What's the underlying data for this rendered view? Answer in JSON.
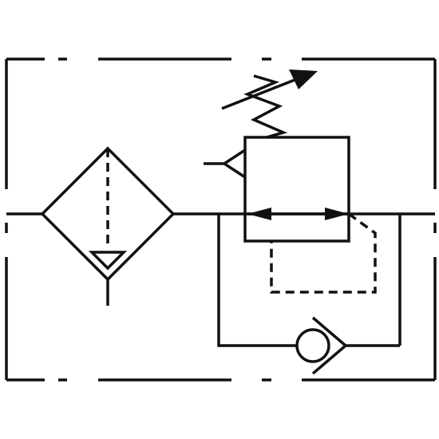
{
  "diagram": {
    "kind": "pneumatic-schematic",
    "stroke_color": "#111111",
    "background_color": "#ffffff",
    "components": [
      {
        "name": "enclosure-boundary",
        "style": "chain-line"
      },
      {
        "name": "main-flow-line",
        "style": "solid"
      },
      {
        "name": "filter-with-drain",
        "style": "solid"
      },
      {
        "name": "adjustable-pressure-regulator",
        "style": "solid"
      },
      {
        "name": "pilot-line",
        "style": "dashed"
      },
      {
        "name": "check-valve-bypass",
        "style": "solid"
      }
    ]
  }
}
